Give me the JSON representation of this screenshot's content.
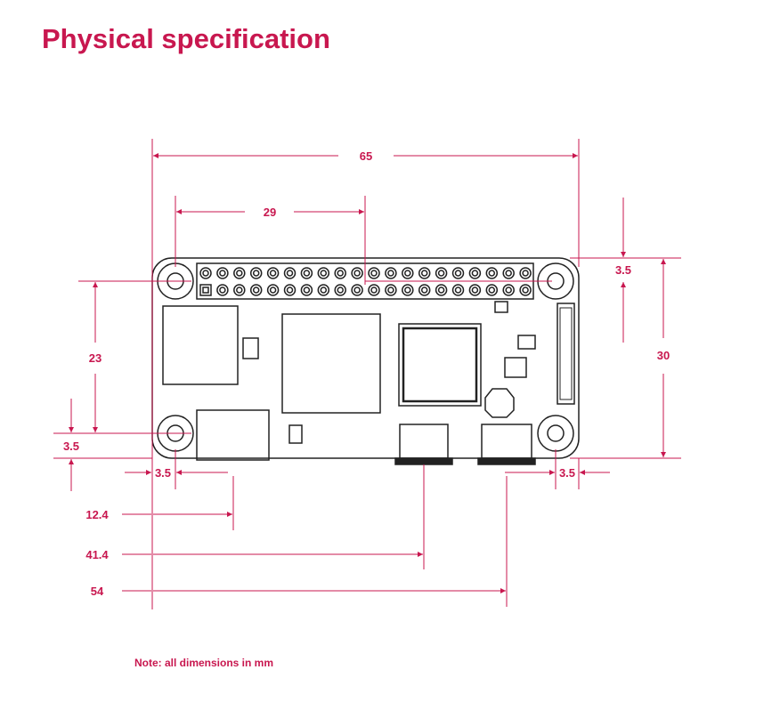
{
  "page": {
    "title": "Physical specification",
    "note": "Note: all dimensions in mm"
  },
  "dimensions": {
    "board_width": "65",
    "header_offset": "29",
    "hole_inset_right": "3.5",
    "hole_spacing_vertical": "23",
    "board_height": "30",
    "hole_inset_left": "3.5",
    "hole_inset_bottom_left": "3.5",
    "hole_inset_bottom_right": "3.5",
    "usb_offset": "12.4",
    "connector_a_offset": "41.4",
    "connector_b_offset": "54"
  },
  "colors": {
    "accent": "#c8174f",
    "outline": "#222222"
  }
}
